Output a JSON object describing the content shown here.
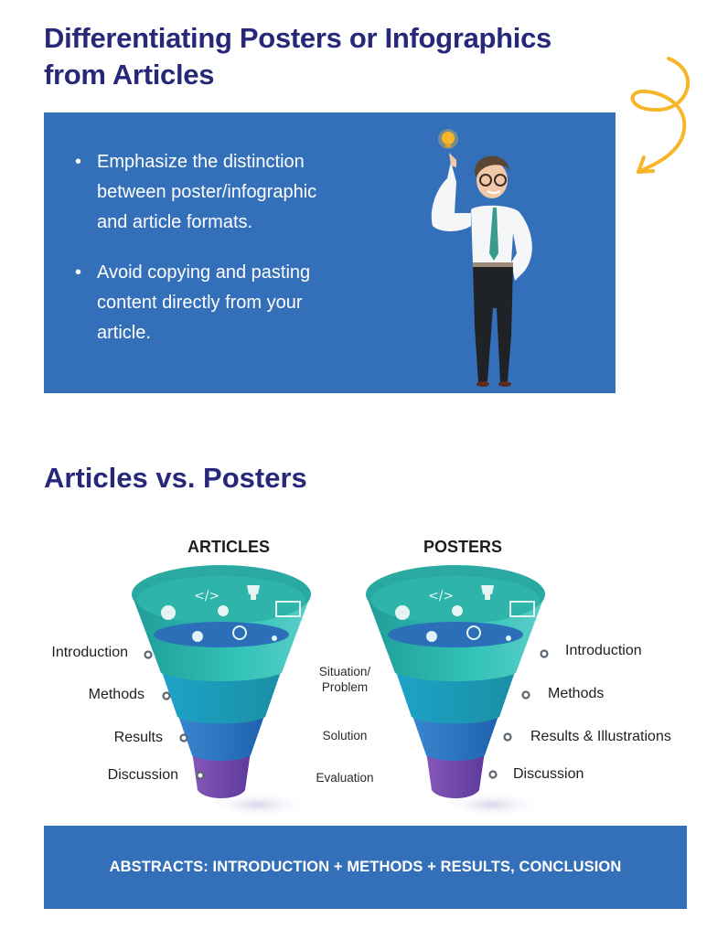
{
  "header": {
    "title_line1": "Differentiating Posters or Infographics",
    "title_line2": "from Articles"
  },
  "tips": {
    "items": [
      {
        "line1": "Emphasize the distinction",
        "line2": "between poster/infographic",
        "line3": "and article formats."
      },
      {
        "line1": "Avoid copying and pasting",
        "line2": "content directly from your",
        "line3": "article."
      }
    ],
    "bullet": "•"
  },
  "comparison": {
    "title": "Articles vs. Posters",
    "articles": {
      "heading": "ARTICLES",
      "sections": [
        "Introduction",
        "Methods",
        "Results",
        "Discussion"
      ]
    },
    "posters": {
      "heading": "POSTERS",
      "sections": [
        "Introduction",
        "Methods",
        "Results & Illustrations",
        "Discussion"
      ]
    },
    "middle_labels": {
      "situation_line1": "Situation/",
      "situation_line2": "Problem",
      "solution": "Solution",
      "evaluation": "Evaluation"
    },
    "funnel_icons": [
      "pie-chart-icon",
      "code-icon",
      "dollar-network-icon",
      "trophy-icon",
      "presentation-board-icon",
      "lightbulb-icon",
      "target-icon",
      "network-nodes-icon"
    ]
  },
  "banner": {
    "text": "ABSTRACTS:  INTRODUCTION + METHODS + RESULTS, CONCLUSION"
  },
  "colors": {
    "title": "#27287a",
    "panel_blue": "#3470b9",
    "accent_yellow": "#f7b52a",
    "funnel_teal": "#2cb8b0",
    "funnel_blue": "#2f7ec6",
    "funnel_purple": "#7b4bb0"
  }
}
